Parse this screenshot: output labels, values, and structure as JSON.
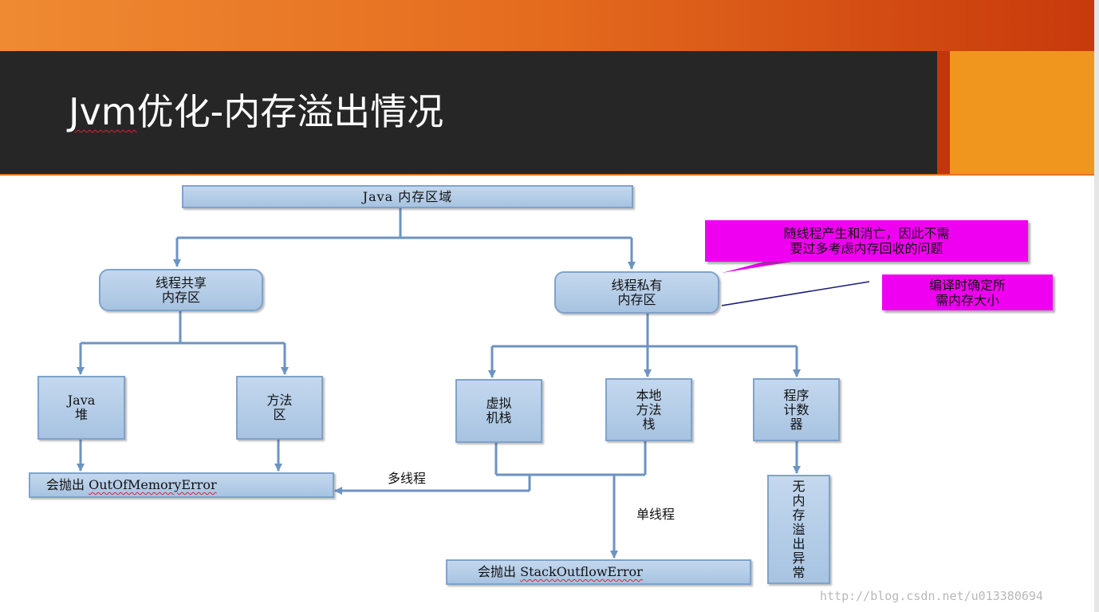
{
  "slide": {
    "title_prefix": "Jvm",
    "title_rest": "优化-内存溢出情况"
  },
  "diagram": {
    "root": "Java 内存区域",
    "shared": "线程共享\n内存区",
    "private": "线程私有\n内存区",
    "java_heap": "Java\n堆",
    "method_area": "方法\n区",
    "vm_stack": "虚拟\n机栈",
    "native_stack": "本地\n方法\n栈",
    "pc_counter": "程序\n计数\n器",
    "oom_prefix": "会抛出 ",
    "oom_name": "OutOfMemoryError",
    "soe_prefix": "会抛出 ",
    "soe_name": "StackOutflowError",
    "no_overflow": "无\n内\n存\n溢\n出\n异\n常",
    "multi_thread": "多线程",
    "single_thread": "单线程",
    "note_private": "随线程产生和消亡，因此不需\n要过多考虑内存回收的问题",
    "note_compile": "编译时确定所\n需内存大小"
  },
  "watermark": "http://blog.csdn.net/u013380694"
}
